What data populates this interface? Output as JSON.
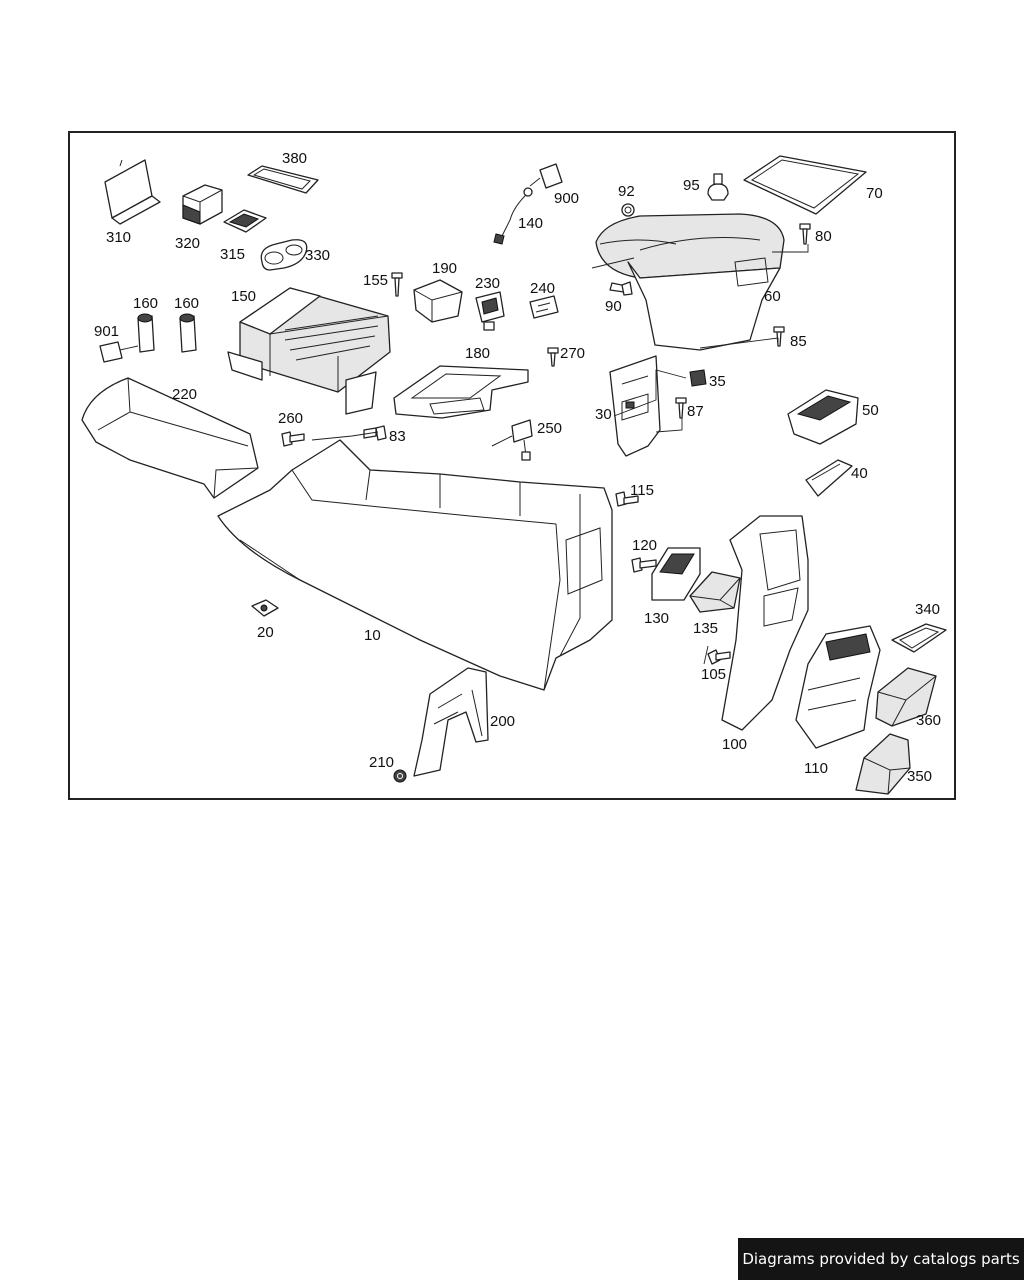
{
  "diagram": {
    "callouts": [
      {
        "id": "c310",
        "text": "310"
      },
      {
        "id": "c320",
        "text": "320"
      },
      {
        "id": "c380",
        "text": "380"
      },
      {
        "id": "c315",
        "text": "315"
      },
      {
        "id": "c330",
        "text": "330"
      },
      {
        "id": "c900",
        "text": "900"
      },
      {
        "id": "c140",
        "text": "140"
      },
      {
        "id": "c92",
        "text": "92"
      },
      {
        "id": "c95",
        "text": "95"
      },
      {
        "id": "c70",
        "text": "70"
      },
      {
        "id": "c80",
        "text": "80"
      },
      {
        "id": "c60",
        "text": "60"
      },
      {
        "id": "c90",
        "text": "90"
      },
      {
        "id": "c85",
        "text": "85"
      },
      {
        "id": "c155",
        "text": "155"
      },
      {
        "id": "c190",
        "text": "190"
      },
      {
        "id": "c230",
        "text": "230"
      },
      {
        "id": "c240",
        "text": "240"
      },
      {
        "id": "c150",
        "text": "150"
      },
      {
        "id": "c160a",
        "text": "160"
      },
      {
        "id": "c160b",
        "text": "160"
      },
      {
        "id": "c901",
        "text": "901"
      },
      {
        "id": "c180",
        "text": "180"
      },
      {
        "id": "c270",
        "text": "270"
      },
      {
        "id": "c35",
        "text": "35"
      },
      {
        "id": "c220",
        "text": "220"
      },
      {
        "id": "c30",
        "text": "30"
      },
      {
        "id": "c87",
        "text": "87"
      },
      {
        "id": "c50",
        "text": "50"
      },
      {
        "id": "c260",
        "text": "260"
      },
      {
        "id": "c83",
        "text": "83"
      },
      {
        "id": "c250",
        "text": "250"
      },
      {
        "id": "c40",
        "text": "40"
      },
      {
        "id": "c115",
        "text": "115"
      },
      {
        "id": "c120",
        "text": "120"
      },
      {
        "id": "c130",
        "text": "130"
      },
      {
        "id": "c135",
        "text": "135"
      },
      {
        "id": "c20",
        "text": "20"
      },
      {
        "id": "c10",
        "text": "10"
      },
      {
        "id": "c340",
        "text": "340"
      },
      {
        "id": "c105",
        "text": "105"
      },
      {
        "id": "c200",
        "text": "200"
      },
      {
        "id": "c360",
        "text": "360"
      },
      {
        "id": "c100",
        "text": "100"
      },
      {
        "id": "c210",
        "text": "210"
      },
      {
        "id": "c110",
        "text": "110"
      },
      {
        "id": "c350",
        "text": "350"
      }
    ]
  },
  "watermark": "Diagrams provided by catalogs parts"
}
